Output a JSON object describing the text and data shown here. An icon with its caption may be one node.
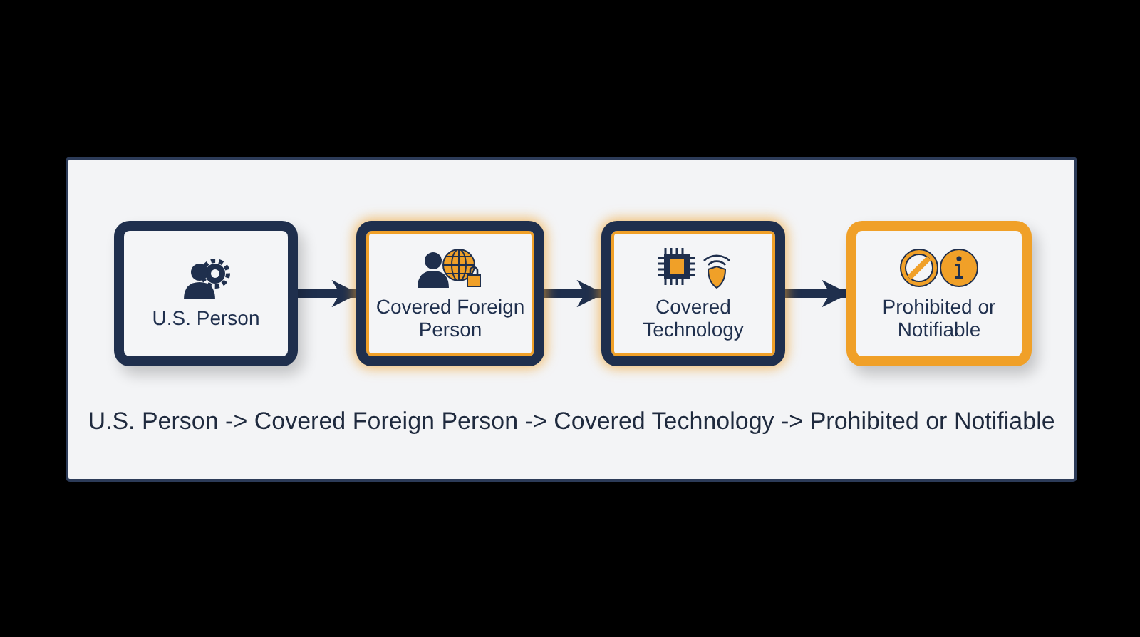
{
  "diagram": {
    "nodes": [
      {
        "text": [
          "U.S. Person"
        ]
      },
      {
        "text": [
          "Covered Foreign Person"
        ]
      },
      {
        "text": [
          "Covered Technology"
        ]
      },
      {
        "text": [
          "Prohibited or Notifiable"
        ]
      }
    ],
    "edges": [
      {
        "from": 0,
        "to": 1,
        "arrow": "to"
      },
      {
        "from": 1,
        "to": 2,
        "arrow": "to"
      },
      {
        "from": 2,
        "to": 3,
        "arrow": "to"
      }
    ],
    "labels": [
      "U.S. Person -> Covered Foreign Person -> Covered Technology -> Prohibited or Notifiable"
    ]
  }
}
